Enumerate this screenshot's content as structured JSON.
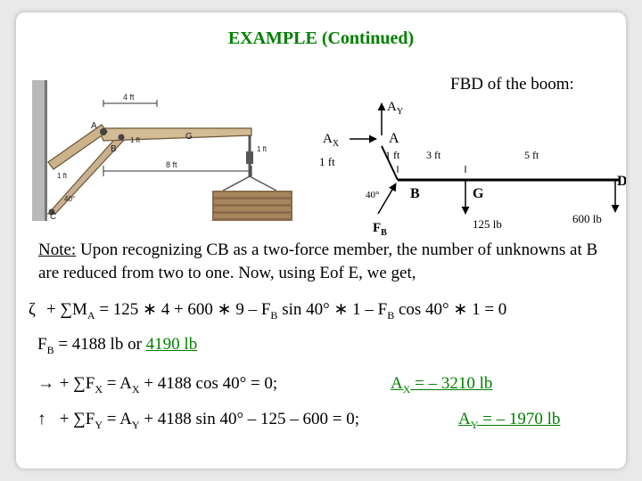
{
  "title": "EXAMPLE (Continued)",
  "fbd_title": "FBD of the boom:",
  "photo": {
    "dim_4ft": "4 ft",
    "dim_1ft_top": "1 ft",
    "dim_8ft": "8 ft",
    "dim_1ft_left": "1 ft",
    "dim_1ft_right": "1 ft",
    "angle": "40°",
    "label_A": "A",
    "label_B": "B",
    "label_G": "G",
    "label_C": "C"
  },
  "fbd": {
    "ay": "A",
    "ay_sub": "Y",
    "ax": "A",
    "ax_sub": "X",
    "a": "A",
    "one_ft_left": "1 ft",
    "one_ft_mid": "1 ft",
    "three_ft": "3 ft",
    "five_ft": "5 ft",
    "angle": "40°",
    "b": "B",
    "g": "G",
    "d": "D",
    "fb": "F",
    "fb_sub": "B",
    "load_125": "125 lb",
    "load_600": "600 lb"
  },
  "note": {
    "label": "Note:",
    "text": " Upon recognizing CB as a two-force member, the number of unknowns at B are reduced from two to one.  Now, using Eof E, we get,"
  },
  "eq_moment": {
    "sign": "+  ∑M",
    "sub": "A",
    "rest1": "  =  125 ∗ 4  +  600 ∗ 9  –  F",
    "sub2": "B",
    "rest2": " sin 40° ∗ 1 – F",
    "sub3": "B",
    "rest3": " cos 40° ∗ 1 =  0"
  },
  "eq_fb": {
    "pre": "F",
    "sub": "B",
    "mid": "  =  4188 lb  or  ",
    "answer": "4190 lb"
  },
  "eq_fx": {
    "sign": " + ∑F",
    "sub": "X",
    "mid": "  =  A",
    "sub2": "X",
    "rest": "  + 4188 cos 40°  =  0;",
    "ans_pre": "A",
    "ans_sub": "X",
    "ans_val": "  =   – 3210  lb"
  },
  "eq_fy": {
    "sign": " +  ∑F",
    "sub": "Y",
    "mid": "  =  A",
    "sub2": "Y",
    "rest": "  + 4188 sin 40° – 125 – 600 = 0;",
    "ans_pre": "A",
    "ans_sub": "Y",
    "ans_val": " =  – 1970  lb"
  }
}
